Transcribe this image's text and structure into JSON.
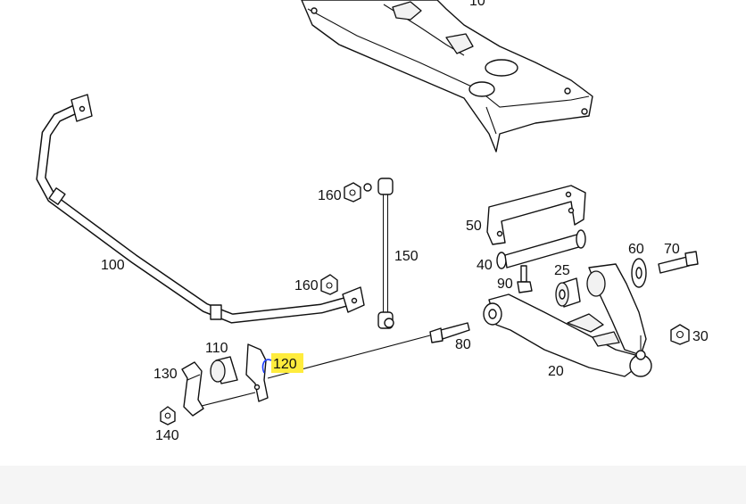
{
  "diagram": {
    "highlight_color": "#ffec3d",
    "callouts": [
      {
        "id": "10",
        "text": "10"
      },
      {
        "id": "20",
        "text": "20"
      },
      {
        "id": "25",
        "text": "25"
      },
      {
        "id": "30",
        "text": "30"
      },
      {
        "id": "40",
        "text": "40"
      },
      {
        "id": "50",
        "text": "50"
      },
      {
        "id": "60",
        "text": "60"
      },
      {
        "id": "70",
        "text": "70"
      },
      {
        "id": "80",
        "text": "80"
      },
      {
        "id": "90",
        "text": "90"
      },
      {
        "id": "100",
        "text": "100"
      },
      {
        "id": "110",
        "text": "110"
      },
      {
        "id": "120",
        "text": "120",
        "highlighted": true
      },
      {
        "id": "130",
        "text": "130"
      },
      {
        "id": "140",
        "text": "140"
      },
      {
        "id": "150",
        "text": "150"
      },
      {
        "id": "160a",
        "text": "160"
      },
      {
        "id": "160b",
        "text": "160"
      }
    ]
  }
}
